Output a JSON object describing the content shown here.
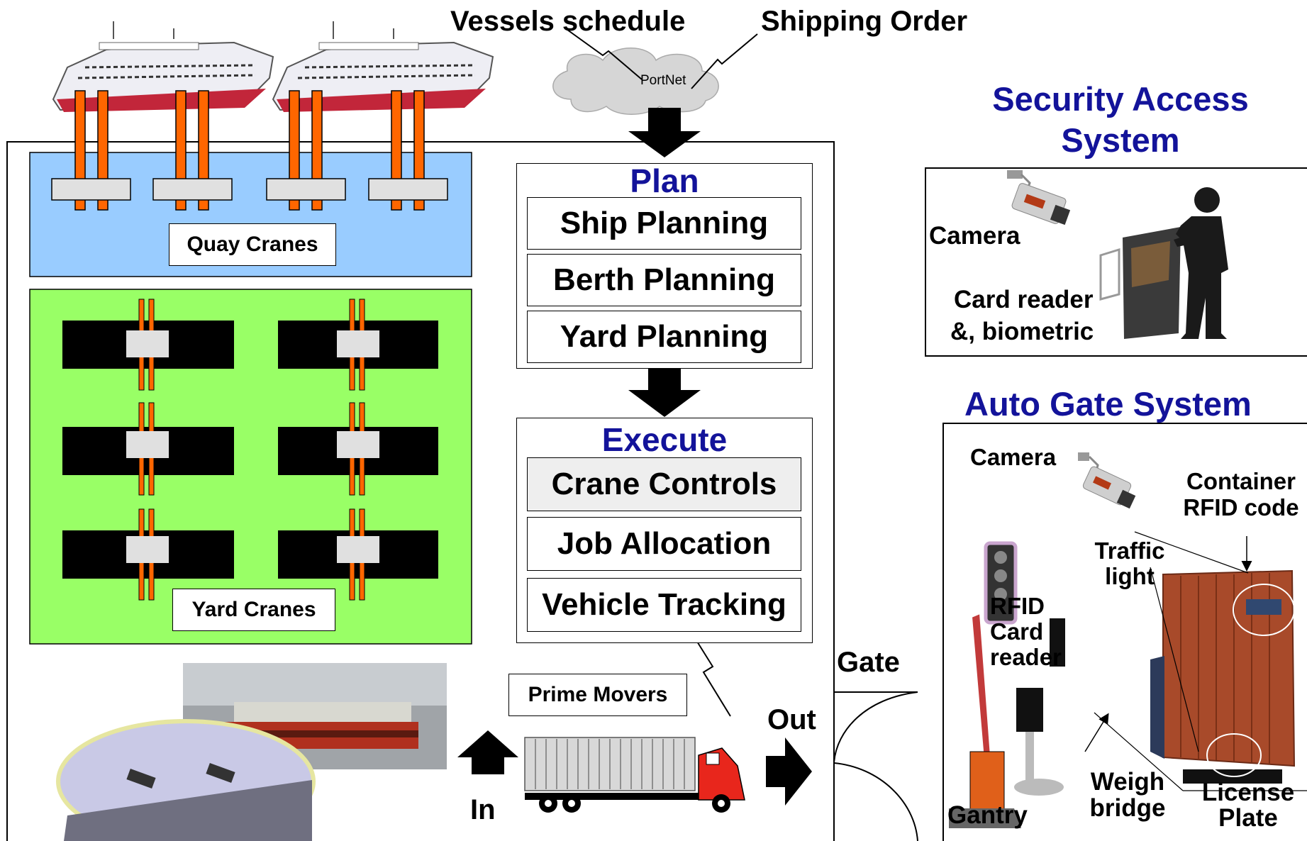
{
  "top": {
    "vessels_schedule": "Vessels schedule",
    "shipping_order": "Shipping Order",
    "portnet": "PortNet"
  },
  "plan": {
    "title": "Plan",
    "items": [
      "Ship Planning",
      "Berth Planning",
      "Yard Planning"
    ]
  },
  "execute": {
    "title": "Execute",
    "items": [
      "Crane Controls",
      "Job Allocation",
      "Vehicle Tracking"
    ]
  },
  "terminal": {
    "quay_cranes": "Quay Cranes",
    "yard_cranes": "Yard Cranes",
    "prime_movers": "Prime Movers",
    "in": "In",
    "out": "Out",
    "gate": "Gate"
  },
  "security": {
    "title_line1": "Security Access",
    "title_line2": "System",
    "camera": "Camera",
    "card_reader_line1": "Card reader",
    "card_reader_line2": "&, biometric"
  },
  "autogate": {
    "title": "Auto Gate System",
    "camera": "Camera",
    "container_line1": "Container",
    "container_line2": "RFID code",
    "traffic_line1": "Traffic",
    "traffic_line2": "light",
    "rfid_line1": "RFID",
    "rfid_line2": "Card",
    "rfid_line3": "reader",
    "gantry": "Gantry",
    "weigh_line1": "Weigh",
    "weigh_line2": "bridge",
    "license_line1": "License",
    "license_line2": "Plate"
  },
  "colors": {
    "quay_water": "#99ccff",
    "yard_ground": "#99ff66",
    "crane_orange": "#ff6600",
    "title_blue": "#13139a",
    "container_red": "#a84a2a",
    "truck_cab_red": "#e8261c"
  }
}
